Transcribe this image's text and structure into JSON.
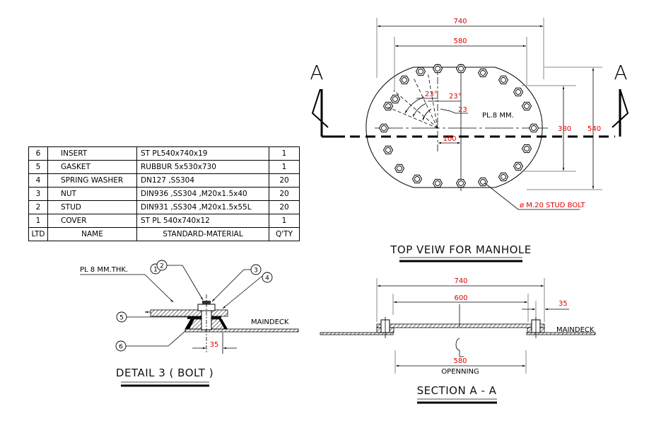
{
  "bom_table": {
    "headers": {
      "ltd": "LTD",
      "name": "NAME",
      "material": "STANDARD-MATERIAL",
      "qty": "Q'TY"
    },
    "rows": [
      {
        "ltd": "6",
        "name": "INSERT",
        "material": "ST  PL540x740x19",
        "qty": "1"
      },
      {
        "ltd": "5",
        "name": "GASKET",
        "material": "RUBBUR  5x530x730",
        "qty": "1"
      },
      {
        "ltd": "4",
        "name": "SPRING  WASHER",
        "material": "DN127  ,SS304",
        "qty": "20"
      },
      {
        "ltd": "3",
        "name": "NUT",
        "material": "DIN936  ,SS304  ,M20x1.5x40",
        "qty": "20"
      },
      {
        "ltd": "2",
        "name": "STUD",
        "material": "DIN931  ,SS304  ,M20x1.5x55L",
        "qty": "20"
      },
      {
        "ltd": "1",
        "name": "COVER",
        "material": "ST  PL  540x740x12",
        "qty": "1"
      }
    ]
  },
  "top_view": {
    "title": "TOP VEIW FOR MANHOLE",
    "section_marker": "A",
    "dim_outer_width": "740",
    "dim_inner_width": "580",
    "dim_inner_height": "380",
    "dim_outer_height": "540",
    "dim_offset": "100",
    "angle_1": "23°",
    "angle_2": "23°",
    "angle_3": "23",
    "plate_note": "PL.8 MM.",
    "bolt_note": "ø M.20 STUD BOLT"
  },
  "detail": {
    "title": "DETAIL 3 ( BOLT )",
    "plate_note": "PL 8 MM.THK.",
    "balloons": [
      "1",
      "2",
      "3",
      "4",
      "5",
      "6"
    ],
    "deck_label": "MAINDECK",
    "dim_35": "35"
  },
  "section": {
    "title": "SECTION A - A",
    "dim_outer": "740",
    "dim_inner": "600",
    "dim_edge": "35",
    "dim_opening": "580",
    "opening_label": "OPENNING",
    "deck_label": "MAINDECK",
    "centerline_symbol": "CL"
  },
  "colors": {
    "dimension_text": "#e00000",
    "line": "#000000"
  }
}
